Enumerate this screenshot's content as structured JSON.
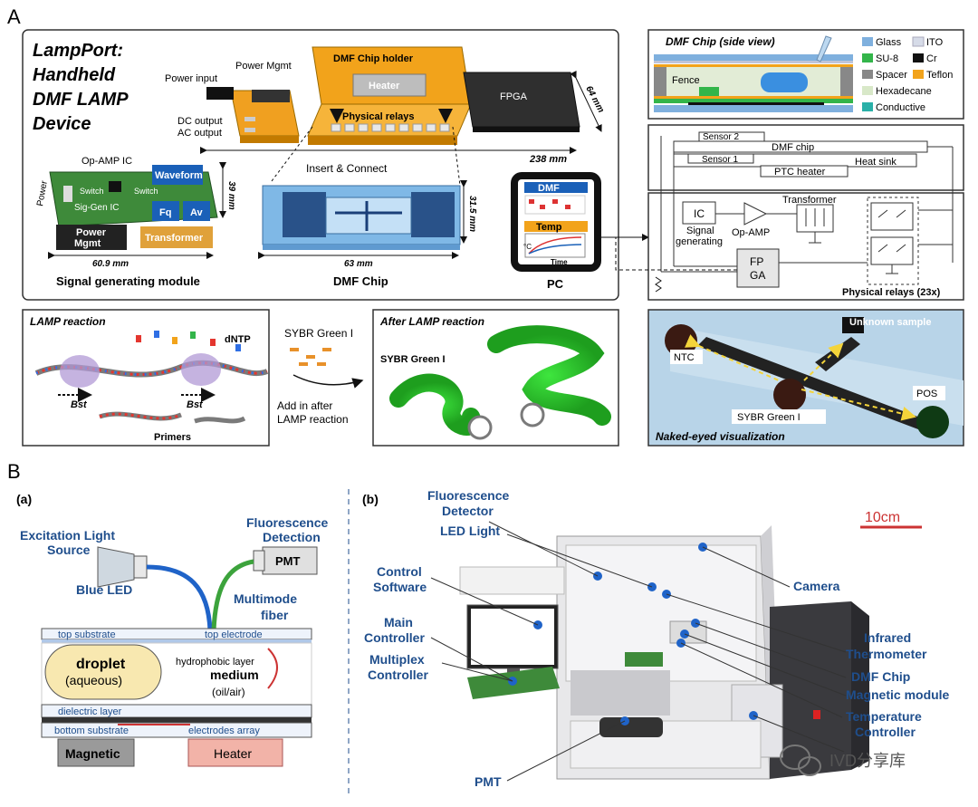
{
  "panelA": {
    "letter": "A",
    "device_title": [
      "LampPort:",
      "Handheld",
      "DMF LAMP",
      "Device"
    ],
    "chip_holder": "DMF Chip holder",
    "heater": "Heater",
    "fpga": "FPGA",
    "physical_relays": "Physical relays",
    "power_input": "Power input",
    "power_mgmt": "Power Mgmt",
    "dc_output": "DC output",
    "ac_output": "AC output",
    "dim_64": "64 mm",
    "dim_238": "238 mm",
    "insert_connect": "Insert & Connect",
    "opamp_ic": "Op-AMP IC",
    "waveform": "Waveform",
    "power_side": "Power",
    "switch1": "Switch",
    "switch2": "Switch",
    "sig_gen_ic": "Sig-Gen IC",
    "fq": "Fq",
    "av": "Av",
    "power_mgmt_box": [
      "Power",
      "Mgmt"
    ],
    "transformer": "Transformer",
    "dim_39": "39 mm",
    "dim_609": "60.9 mm",
    "signal_module": "Signal generating module",
    "dim_315": "31.5 mm",
    "dim_63": "63 mm",
    "dmf_chip": "DMF Chip",
    "pc_dmf": "DMF",
    "pc_temp": "Temp",
    "pc_c": "°C",
    "pc_time": "Time",
    "pc": "PC",
    "side_view_title": "DMF Chip (side view)",
    "legend": [
      "Glass",
      "ITO",
      "SU-8",
      "Cr",
      "Spacer",
      "Teflon",
      "Hexadecane",
      "Conductive"
    ],
    "fence": "Fence",
    "sensor2": "Sensor 2",
    "dmf_chip_s": "DMF chip",
    "sensor1": "Sensor 1",
    "heat_sink": "Heat sink",
    "ptc_heater": "PTC heater",
    "ic": "IC",
    "signal_generating": [
      "Signal",
      "generating"
    ],
    "op_amp": "Op-AMP",
    "transformer2": "Transformer",
    "fpga_box": [
      "FP",
      "GA"
    ],
    "relays23": "Physical relays (23x)",
    "lamp_reaction": "LAMP reaction",
    "dntp": "dNTP",
    "bst": "Bst",
    "primers": "Primers",
    "sybr_green": "SYBR Green I",
    "add_in_after": [
      "Add in after",
      "LAMP reaction"
    ],
    "after_lamp": "After LAMP reaction",
    "sybr_green2": "SYBR Green I",
    "unknown_sample": "Unknown sample",
    "ntc": "NTC",
    "pos": "POS",
    "sybr_green3": "SYBR Green I",
    "naked_eye": "Naked-eyed visualization"
  },
  "panelB": {
    "letter": "B",
    "sub_a": "(a)",
    "sub_b": "(b)",
    "excitation": [
      "Excitation Light",
      "Source"
    ],
    "blue_led": "Blue LED",
    "fluorescence_detection": [
      "Fluorescence",
      "Detection"
    ],
    "pmt": "PMT",
    "multimode": [
      "Multimode",
      "fiber"
    ],
    "top_substrate": "top substrate",
    "top_electrode": "top electrode",
    "droplet": "droplet",
    "aqueous": "(aqueous)",
    "hydrophobic": "hydrophobic layer",
    "medium": "medium",
    "oil_air": "(oil/air)",
    "dielectric": "dielectric layer",
    "bottom_substrate": "bottom substrate",
    "electrodes_array": "electrodes array",
    "magnetic": "Magnetic",
    "heater_b": "Heater",
    "scale": "10cm",
    "fluor_detector": [
      "Fluorescence",
      "Detector"
    ],
    "led_light": "LED Light",
    "control_software": [
      "Control",
      "Software"
    ],
    "main_controller": [
      "Main",
      "Controller"
    ],
    "multiplex_controller": [
      "Multiplex",
      "Controller"
    ],
    "pmt_b": "PMT",
    "camera": "Camera",
    "infrared": [
      "Infrared",
      "Thermometer"
    ],
    "dmf_chip_b": "DMF Chip",
    "magnetic_module": "Magnetic module",
    "temperature_controller": [
      "Temperature",
      "Controller"
    ],
    "watermark": "IVD分享库"
  },
  "colors": {
    "orange": "#f2a31b",
    "green_board": "#3e8a3a",
    "chip_blue": "#7fb8e6",
    "dna_green": "#2fbf2f",
    "navy_label": "#1f4e8c",
    "heater_pink": "#f2b3a8",
    "magnetic_gray": "#9a9a9a"
  }
}
